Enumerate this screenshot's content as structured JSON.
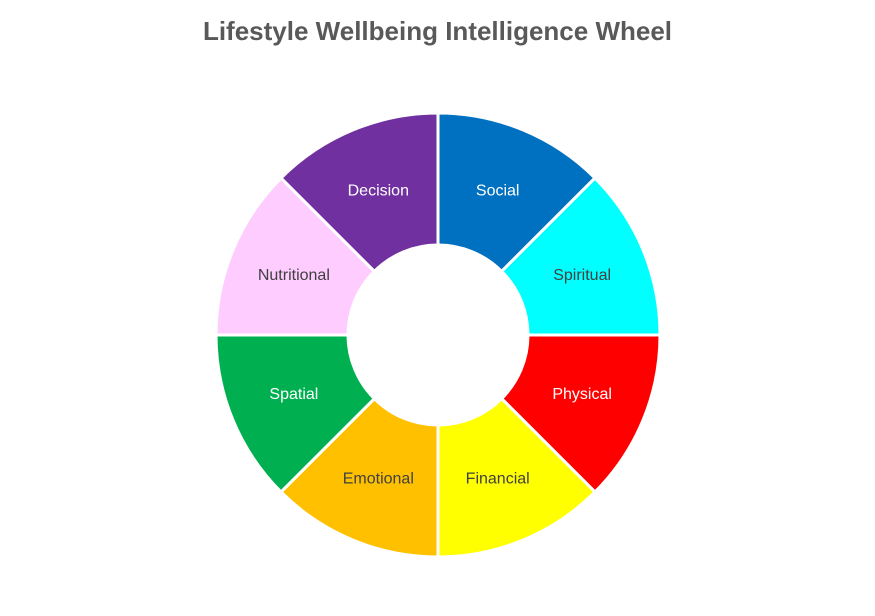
{
  "chart_data": {
    "type": "pie",
    "title": "Lifestyle Wellbeing Intelligence Wheel",
    "donut": true,
    "categories": [
      "Social",
      "Spiritual",
      "Physical",
      "Financial",
      "Emotional",
      "Spatial",
      "Nutritional",
      "Decision"
    ],
    "values": [
      1,
      1,
      1,
      1,
      1,
      1,
      1,
      1
    ],
    "colors": [
      "#0070C0",
      "#00FFFF",
      "#FF0000",
      "#FFFF00",
      "#FFC000",
      "#00B050",
      "#FFCCFF",
      "#7030A0"
    ],
    "label_colors": [
      "#ffffff",
      "#404040",
      "#ffffff",
      "#404040",
      "#404040",
      "#ffffff",
      "#404040",
      "#ffffff"
    ],
    "legend": "none"
  }
}
